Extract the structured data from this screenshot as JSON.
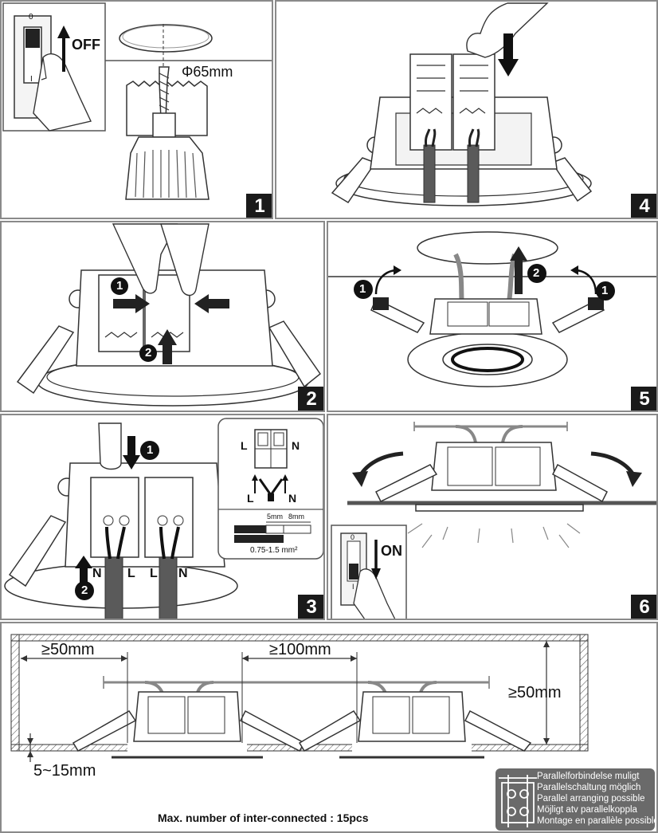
{
  "steps": {
    "s1": {
      "number": "1",
      "switch_label": "OFF",
      "switch_top": "0",
      "switch_bottom": "I",
      "hole_size": "Φ65mm"
    },
    "s2": {
      "number": "2",
      "callout_1": "1",
      "callout_2": "2"
    },
    "s3": {
      "number": "3",
      "callout_1": "1",
      "callout_2": "2",
      "terminal_L": "L",
      "terminal_N": "N",
      "wire_labels": [
        "N",
        "L",
        "L",
        "N"
      ],
      "inset_L": "L",
      "inset_N": "N",
      "inset_L2": "L",
      "inset_N2": "N",
      "strip_5": "5mm",
      "strip_8": "8mm",
      "wire_gauge": "0.75-1.5 mm²"
    },
    "s4": {
      "number": "4"
    },
    "s5": {
      "number": "5",
      "callout_left": "1",
      "callout_right": "1",
      "callout_up": "2"
    },
    "s6": {
      "number": "6",
      "switch_label": "ON",
      "switch_top": "0",
      "switch_bottom": "I"
    }
  },
  "bottom": {
    "edge_clearance": "≥50mm",
    "spacing": "≥100mm",
    "depth": "≥50mm",
    "ceiling_thickness": "5~15mm",
    "max_connected": "Max. number of inter-connected : 15pcs",
    "parallel_texts": [
      "Parallelforbindelse muligt",
      "Parallelschaltung möglich",
      "Parallel arranging possible",
      "Möjligt atv parallelkoppla",
      "Montage en parallèle possible"
    ]
  },
  "colors": {
    "border": "#8a8a8a",
    "step_bg": "#1a1a1a",
    "cable": "#5a5a5a",
    "badge": "#6a6a6a"
  }
}
